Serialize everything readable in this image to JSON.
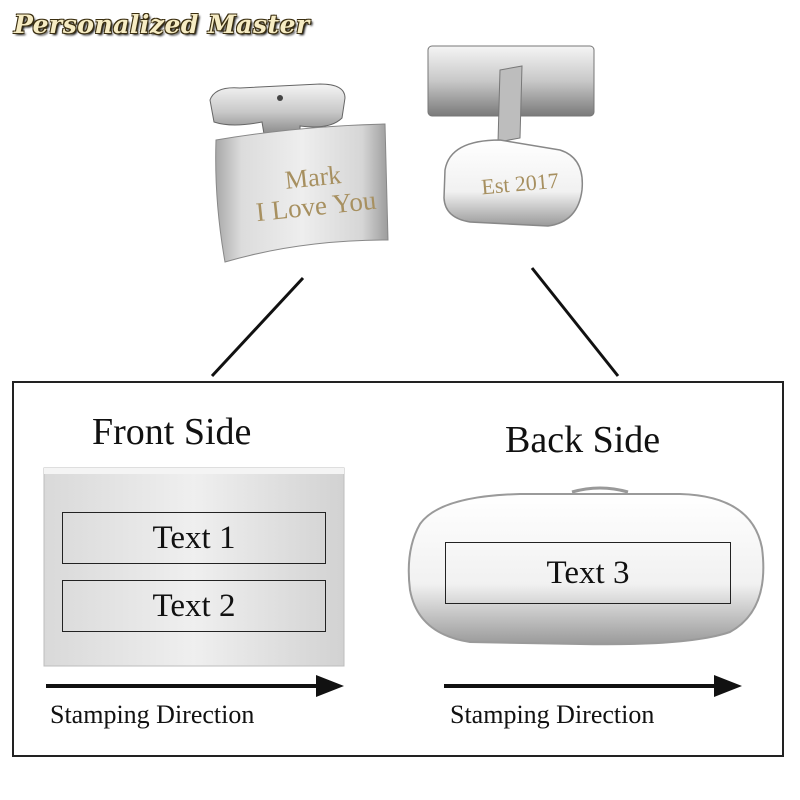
{
  "brand": {
    "name": "Personalized Master"
  },
  "photo": {
    "front_engraving_line1": "Mark",
    "front_engraving_line2": "I Love You",
    "back_engraving": "Est 2017"
  },
  "diagram": {
    "front": {
      "title": "Front Side",
      "text1": "Text 1",
      "text2": "Text 2",
      "direction": "Stamping Direction"
    },
    "back": {
      "title": "Back Side",
      "text3": "Text 3",
      "direction": "Stamping Direction"
    }
  },
  "colors": {
    "engraving": "#a79060",
    "brand_fill": "#f6ecc4",
    "outline": "#222222"
  }
}
